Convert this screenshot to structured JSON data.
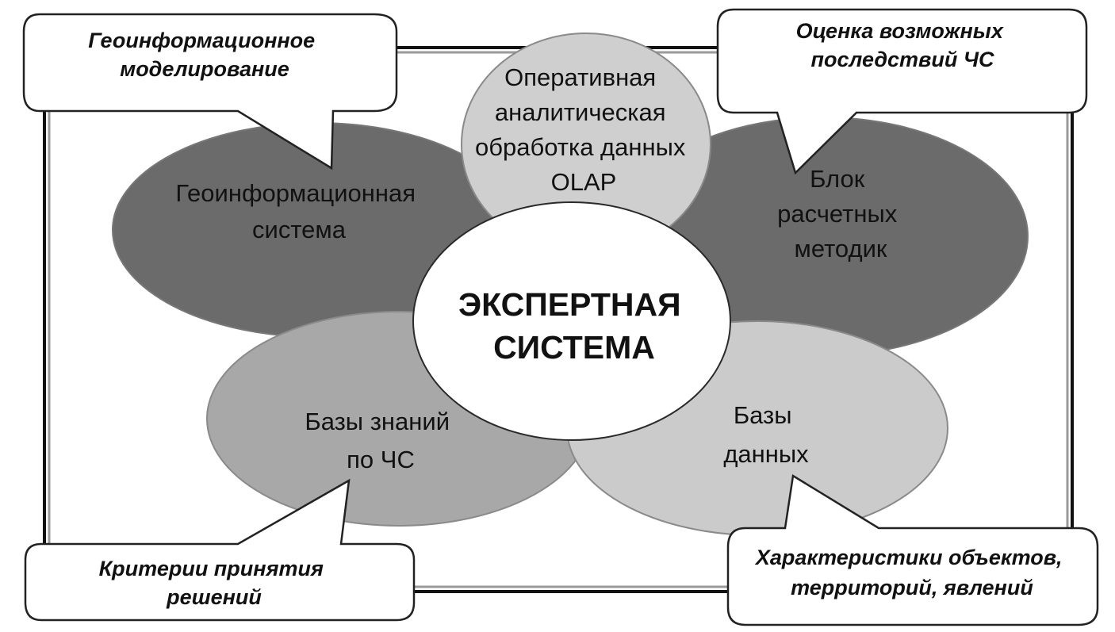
{
  "center": {
    "line1": "ЭКСПЕРТНАЯ",
    "line2": "СИСТЕМА"
  },
  "petals": {
    "gis": {
      "line1": "Геоинформационная",
      "line2": "система",
      "color": "#6b6b6b"
    },
    "olap": {
      "line1": "Оперативная",
      "line2": "аналитическая",
      "line3": "обработка данных",
      "line4": "OLAP",
      "color": "#cfcfcf"
    },
    "methods": {
      "line1": "Блок",
      "line2": "расчетных",
      "line3": "методик",
      "color": "#6b6b6b"
    },
    "knowledge": {
      "line1": "Базы знаний",
      "line2": "по ЧС",
      "color": "#a8a8a8"
    },
    "databases": {
      "line1": "Базы",
      "line2": "данных",
      "color": "#cbcbcb"
    }
  },
  "callouts": {
    "modeling": {
      "line1": "Геоинформационное",
      "line2": "моделирование"
    },
    "consequences": {
      "line1": "Оценка возможных",
      "line2": "последствий ЧС"
    },
    "criteria": {
      "line1": "Критерии принятия",
      "line2": "решений"
    },
    "characteristics": {
      "line1": "Характеристики объектов,",
      "line2": "территорий, явлений"
    }
  }
}
